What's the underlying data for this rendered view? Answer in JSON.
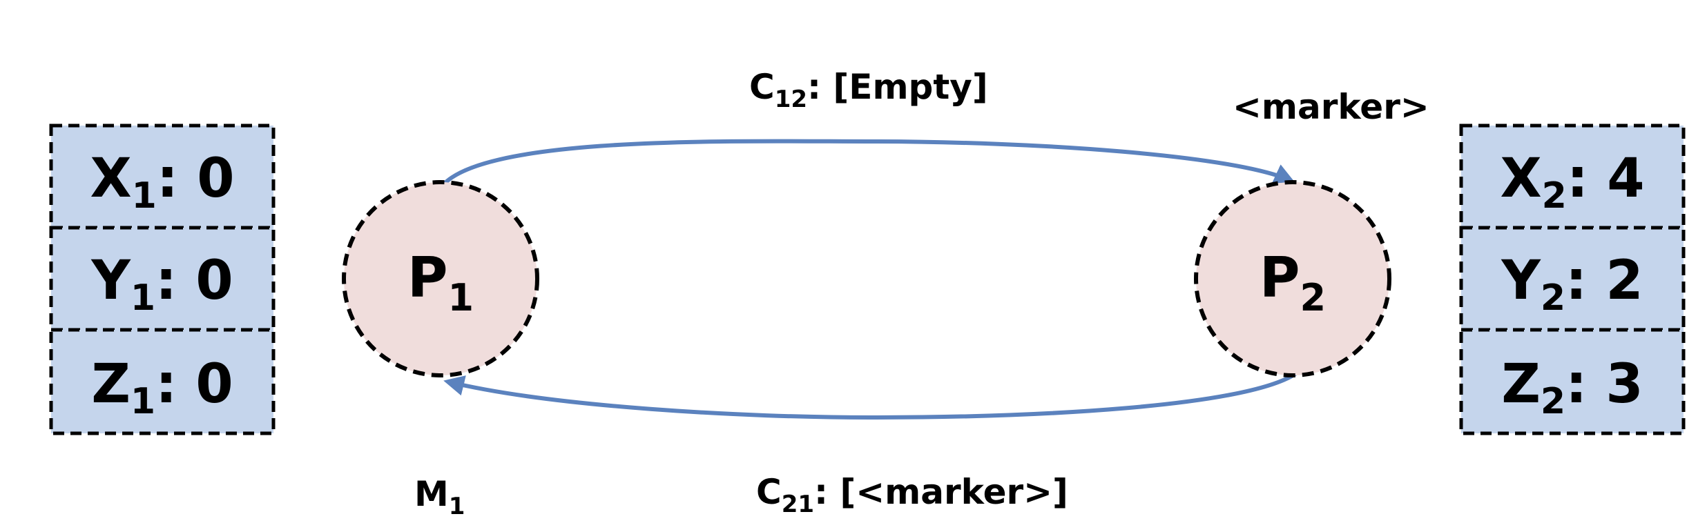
{
  "colors": {
    "state_box_fill": "#c5d5ec",
    "process_fill": "#f0dddc",
    "channel_stroke": "#5b82be",
    "border": "#000000"
  },
  "processes": {
    "p1": {
      "base": "P",
      "sub": "1"
    },
    "p2": {
      "base": "P",
      "sub": "2"
    }
  },
  "state_p1": {
    "x": {
      "base": "X",
      "sub": "1",
      "value": ": 0"
    },
    "y": {
      "base": "Y",
      "sub": "1",
      "value": ": 0"
    },
    "z": {
      "base": "Z",
      "sub": "1",
      "value": ": 0"
    }
  },
  "state_p2": {
    "x": {
      "base": "X",
      "sub": "2",
      "value": ": 4"
    },
    "y": {
      "base": "Y",
      "sub": "2",
      "value": ": 2"
    },
    "z": {
      "base": "Z",
      "sub": "2",
      "value": ": 3"
    }
  },
  "channels": {
    "c12": {
      "base": "C",
      "sub": "12",
      "content": ": [Empty]"
    },
    "c21": {
      "base": "C",
      "sub": "21",
      "content": ": [<marker>]"
    }
  },
  "marker_label": "<marker>",
  "m1": {
    "base": "M",
    "sub": "1"
  }
}
